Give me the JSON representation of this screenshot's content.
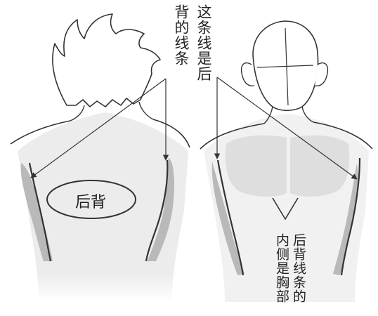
{
  "labels": {
    "back_lines": "背的线条",
    "these_are_back": "这条线是后",
    "back": "后背",
    "chest_inner": "内侧是胸部",
    "back_line_of": "后背线条的"
  },
  "colors": {
    "skin_shade": "#e9e9e9",
    "muscle_shade": "#dcdcdc",
    "edge_shade": "#b8b8b8",
    "ink": "#333333"
  }
}
